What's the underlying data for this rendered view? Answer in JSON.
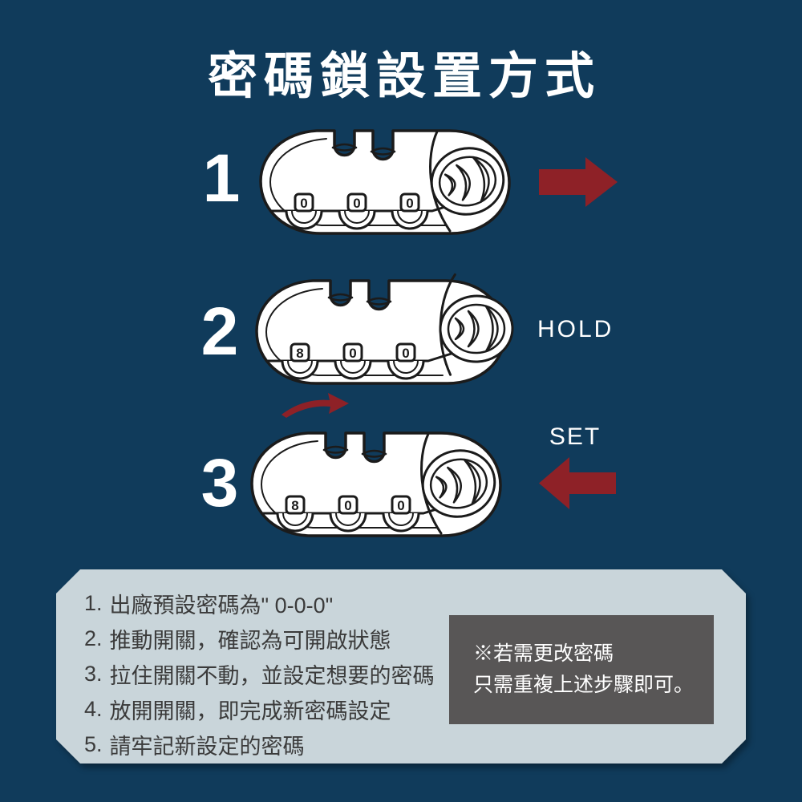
{
  "title": "密碼鎖設置方式",
  "colors": {
    "background": "#103b5b",
    "arrow_red": "#8e2127",
    "panel_bg": "#c9d5da",
    "note_bg": "#585656",
    "lock_outline": "#1b1b1b",
    "text_light": "#ffffff",
    "text_dark": "#3b3b3b"
  },
  "steps": [
    {
      "number": "1",
      "digits": [
        "0",
        "0",
        "0"
      ],
      "label": "",
      "arrow_icon": "right-block-arrow"
    },
    {
      "number": "2",
      "digits": [
        "8",
        "0",
        "0"
      ],
      "label": "HOLD",
      "arrow_icon": "curved-swoosh-arrow"
    },
    {
      "number": "3",
      "digits": [
        "8",
        "0",
        "0"
      ],
      "label": "SET",
      "arrow_icon": "left-block-arrow"
    }
  ],
  "instructions": [
    {
      "num": "1.",
      "text": "出廠預設密碼為\" 0-0-0\""
    },
    {
      "num": "2.",
      "text": "推動開關，確認為可開啟狀態"
    },
    {
      "num": "3.",
      "text": "拉住開關不動，並設定想要的密碼"
    },
    {
      "num": "4.",
      "text": "放開開關，即完成新密碼設定"
    },
    {
      "num": "5.",
      "text": "請牢記新設定的密碼"
    }
  ],
  "note": {
    "line1": "※若需更改密碼",
    "line2": "只需重複上述步驟即可。"
  }
}
